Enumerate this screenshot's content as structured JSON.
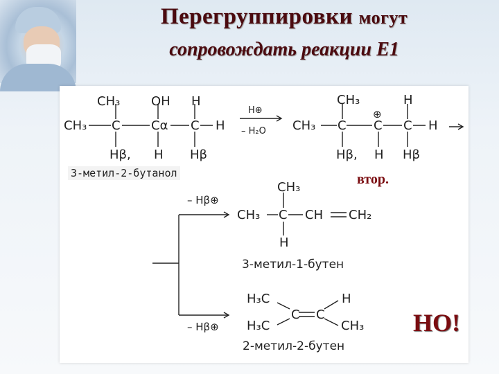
{
  "title": {
    "line1_main": "Перегруппировки",
    "line1_rest": "могут",
    "line2": "сопровождать реакции Е1"
  },
  "scheme": {
    "start_name": "3-метил-2-бутанол",
    "reagent_top": "H⊕",
    "reagent_bottom": "– H₂O",
    "carbocation_label": "втор.",
    "minus_h_top": "– Hβ⊕",
    "minus_h_bottom": "– Hβ⊕",
    "product1_name": "3-метил-1-бутен",
    "product2_name": "2-метил-2-бутен",
    "warning": "НО!",
    "atoms": {
      "CH3": "CH₃",
      "OH": "OH",
      "H": "H",
      "C": "C",
      "Ca": "Cα",
      "Hb": "Hβ,",
      "Hb2": "Hβ",
      "H3C": "H₃C",
      "CH2": "CH₂",
      "CH": "CH",
      "plus": "⊕"
    }
  },
  "colors": {
    "title": "#4b0a0f",
    "accent": "#7a0c10"
  }
}
